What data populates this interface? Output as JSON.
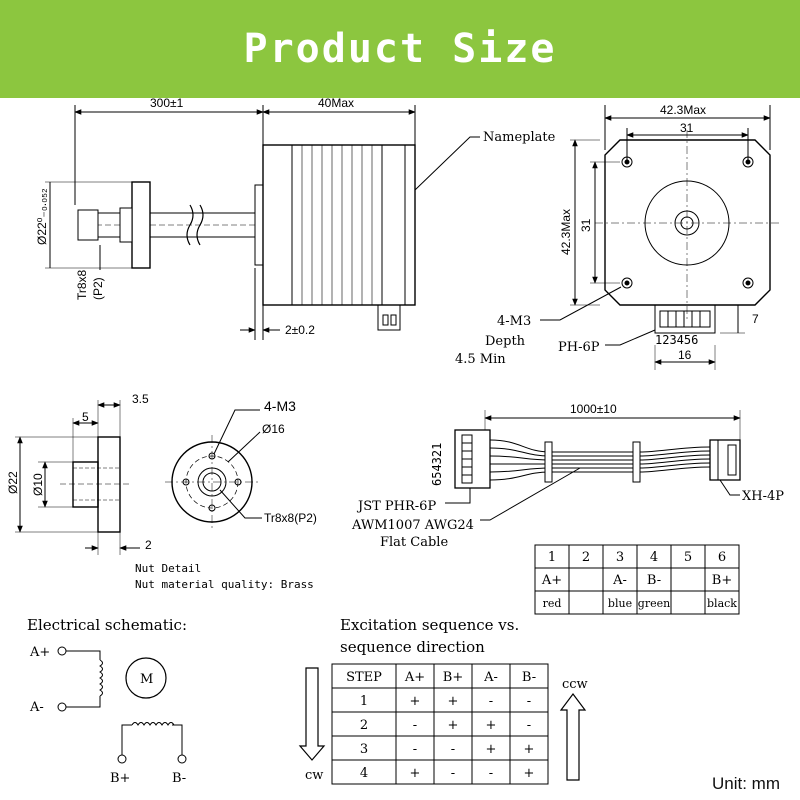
{
  "banner": {
    "title": "Product Size",
    "color": "#8cc63f"
  },
  "side_view": {
    "length_label": "300±1",
    "body_label": "40Max",
    "nameplate_label": "Nameplate",
    "shaft_dia_label": "Ø22⁰₋₀.₀₅₂",
    "thread_label": "Tr8x8",
    "pitch_label": "(P2)",
    "flange_label": "2±0.2"
  },
  "front_view": {
    "width_label": "42.3Max",
    "hole_spacing_label": "31",
    "height_label": "42.3Max",
    "vertical_spacing_label": "31",
    "screw_label": "4-M3",
    "depth_label": "Depth",
    "min_label": "4.5 Min",
    "connector_label": "PH-6P",
    "pins_label": "123456",
    "connector_width_label": "16",
    "connector_height_label": "7"
  },
  "nut_detail": {
    "dim_35": "3.5",
    "dim_5": "5",
    "dim_22": "Ø22",
    "dim_10": "Ø10",
    "dim_2": "2",
    "screw_label": "4-M3",
    "dia16_label": "Ø16",
    "thread_label": "Tr8x8(P2)",
    "caption1": "Nut Detail",
    "caption2": "Nut material quality: Brass"
  },
  "cable": {
    "length_label": "1000±10",
    "pins_label": "654321",
    "jst_label": "JST PHR-6P",
    "awm_label": "AWM1007 AWG24",
    "flat_label": "Flat Cable",
    "xh_label": "XH-4P"
  },
  "pin_table": {
    "numbers": [
      "1",
      "2",
      "3",
      "4",
      "5",
      "6"
    ],
    "phases": [
      "A+",
      "",
      "A-",
      "B-",
      "",
      "B+"
    ],
    "colors": [
      "red",
      "",
      "blue",
      "green",
      "",
      "black"
    ]
  },
  "schematic": {
    "heading": "Electrical schematic:",
    "a_plus": "A+",
    "a_minus": "A-",
    "motor": "M",
    "b_plus": "B+",
    "b_minus": "B-"
  },
  "sequence": {
    "heading1": "Excitation sequence vs.",
    "heading2": "sequence direction",
    "headers": [
      "STEP",
      "A+",
      "B+",
      "A-",
      "B-"
    ],
    "rows": [
      [
        "1",
        "+",
        "+",
        "-",
        "-"
      ],
      [
        "2",
        "-",
        "+",
        "+",
        "-"
      ],
      [
        "3",
        "-",
        "-",
        "+",
        "+"
      ],
      [
        "4",
        "+",
        "-",
        "-",
        "+"
      ]
    ],
    "cw_label": "cw",
    "ccw_label": "ccw"
  },
  "unit_label": "Unit: mm"
}
